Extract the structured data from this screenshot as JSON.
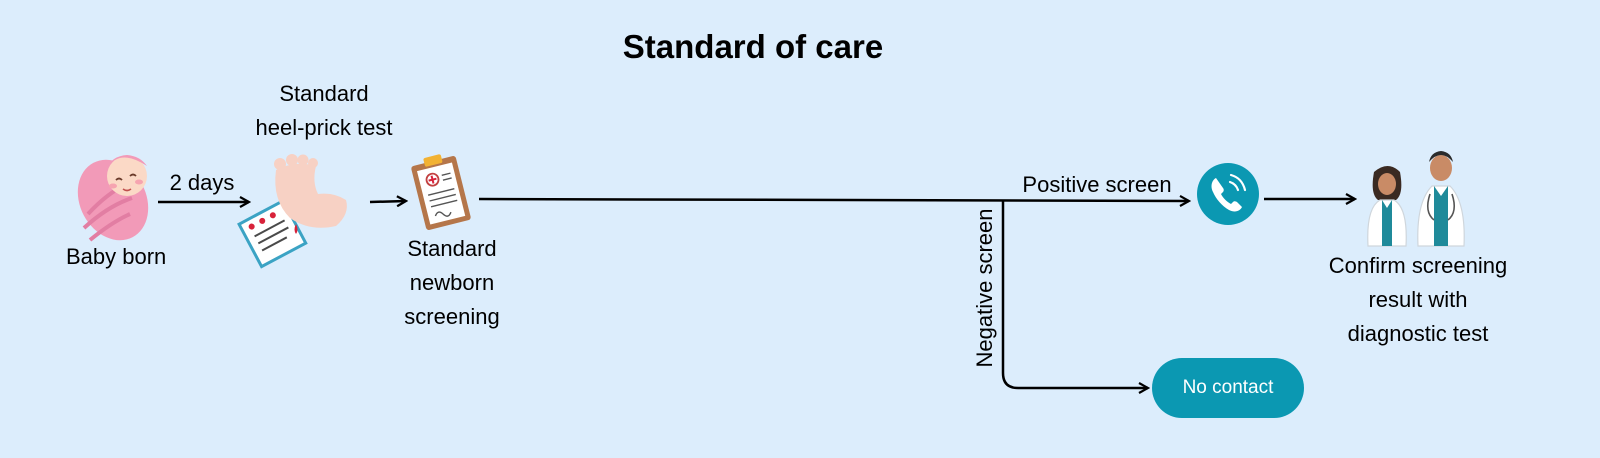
{
  "title": "Standard of care",
  "steps": {
    "baby_born": "Baby born",
    "interval": "2 days",
    "heel_prick": [
      "Standard",
      "heel-prick test"
    ],
    "newborn_screening": [
      "Standard",
      "newborn",
      "screening"
    ],
    "positive_screen": "Positive screen",
    "negative_screen": "Negative screen",
    "no_contact": "No contact",
    "confirm": [
      "Confirm screening",
      "result with",
      "diagnostic test"
    ]
  },
  "colors": {
    "background": "#dcedfc",
    "accent_teal": "#0b98b2",
    "arrow": "#000000"
  },
  "icons": [
    "baby-icon",
    "heel-prick-icon",
    "clipboard-icon",
    "phone-icon",
    "doctors-icon"
  ]
}
